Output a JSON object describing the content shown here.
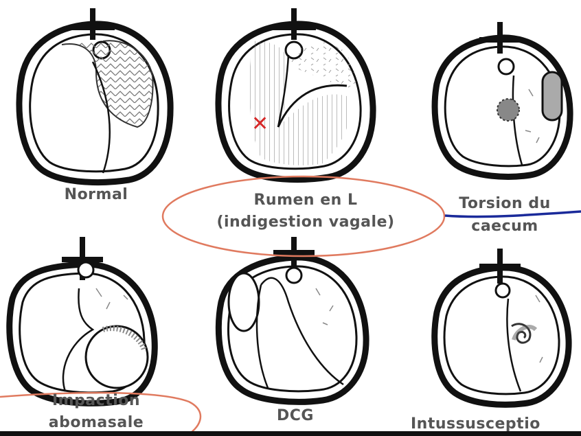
{
  "panels": [
    {
      "id": "normal",
      "label": "Normal"
    },
    {
      "id": "rumen",
      "line1": "Rumen en L",
      "line2": "(indigestion vagale)"
    },
    {
      "id": "torsion",
      "line1": "Torsion du",
      "line2": "caecum"
    },
    {
      "id": "impaction",
      "line1": "Impaction",
      "line2": "abomasale"
    },
    {
      "id": "dcg",
      "label": "DCG"
    },
    {
      "id": "intussusception",
      "label": "Intussusceptio"
    }
  ],
  "annotations": {
    "circle_color": "#e07a5f",
    "underline_color": "#1a2a9a",
    "cross_color": "#d62828",
    "cross_glyph": "✕"
  }
}
